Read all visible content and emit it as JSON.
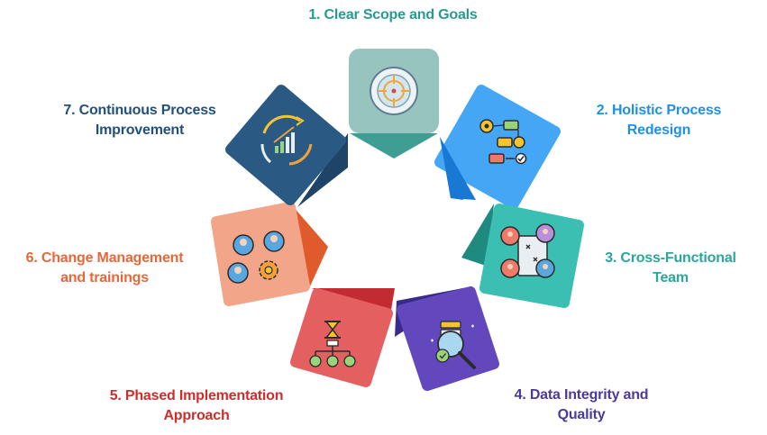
{
  "steps": [
    {
      "number": "1.",
      "label_lines": [
        "Clear Scope and Goals"
      ],
      "color": "#2b9a8e",
      "icon": "target-icon"
    },
    {
      "number": "2.",
      "label_lines": [
        "Holistic Process",
        "Redesign"
      ],
      "color": "#1e90e8",
      "icon": "process-flow-icon"
    },
    {
      "number": "3.",
      "label_lines": [
        "Cross-Functional",
        "Team"
      ],
      "color": "#2aa69a",
      "icon": "team-board-icon"
    },
    {
      "number": "4.",
      "label_lines": [
        "Data Integrity and",
        "Quality"
      ],
      "color": "#4b3a9a",
      "icon": "data-quality-icon"
    },
    {
      "number": "5.",
      "label_lines": [
        "Phased Implementation",
        "Approach"
      ],
      "color": "#cc2e2e",
      "icon": "hourglass-hierarchy-icon"
    },
    {
      "number": "6.",
      "label_lines": [
        "Change Management",
        "and trainings"
      ],
      "color": "#e8673a",
      "icon": "people-gear-icon"
    },
    {
      "number": "7.",
      "label_lines": [
        "Continuous Process",
        "Improvement"
      ],
      "color": "#23507a",
      "icon": "improvement-cycle-icon"
    }
  ],
  "tile_colors": {
    "step1": {
      "face": "#98c4c0",
      "fold": "#3e9e93"
    },
    "step2": {
      "face": "#44a6f4",
      "fold": "#1878d4"
    },
    "step3": {
      "face": "#3cbfb3",
      "fold": "#1f8a80"
    },
    "step4": {
      "face": "#6247bd",
      "fold": "#3a2a8a"
    },
    "step5": {
      "face": "#e46060",
      "fold": "#c22b30"
    },
    "step6": {
      "face": "#f2a589",
      "fold": "#e05a2c"
    },
    "step7": {
      "face": "#2a5a84",
      "fold": "#1e4468"
    }
  }
}
